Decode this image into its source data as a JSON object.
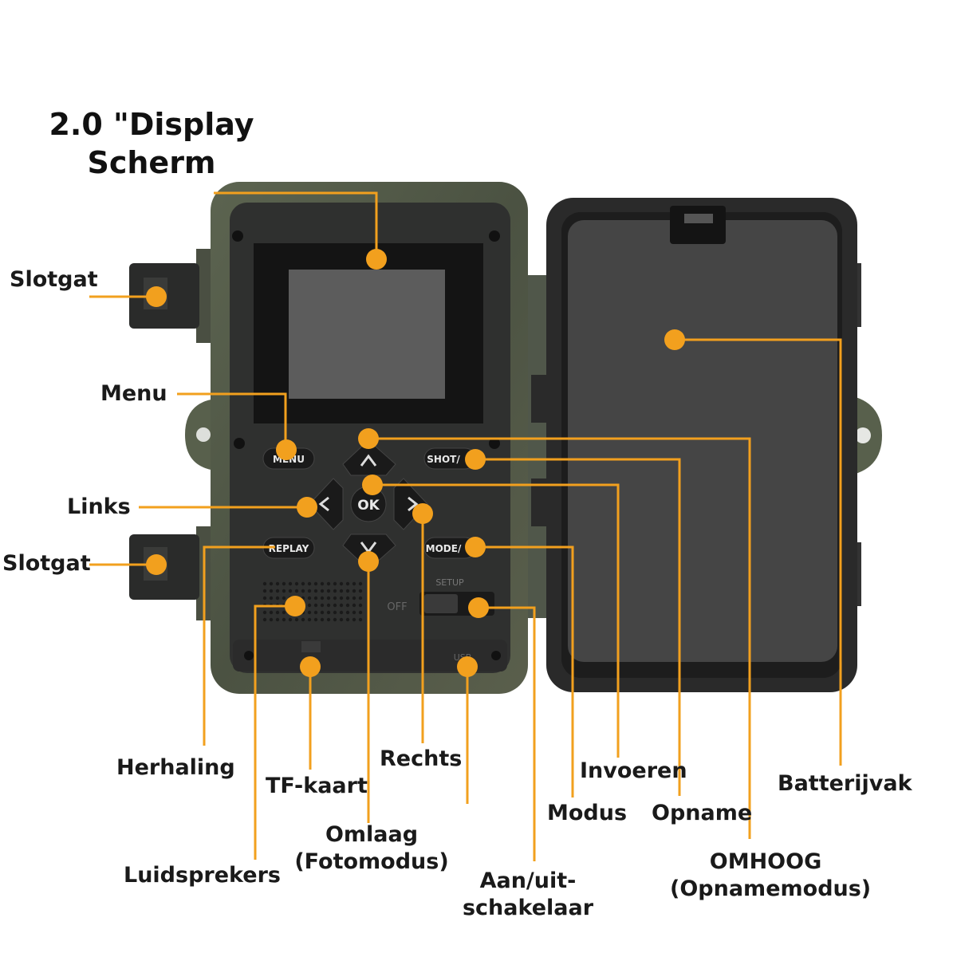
{
  "title": "2.0 \"Display\nScherm",
  "title_line1": "2.0 \"Display",
  "title_line2": "Scherm",
  "accent_color": "#f2a01e",
  "labels": {
    "slotgat_top": "Slotgat",
    "menu": "Menu",
    "links": "Links",
    "slotgat_bottom": "Slotgat",
    "herhaling": "Herhaling",
    "tf_kaart": "TF-kaart",
    "luidsprekers": "Luidsprekers",
    "omlaag_1": "Omlaag",
    "omlaag_2": "(Fotomodus)",
    "rechts": "Rechts",
    "aan_uit_1": "Aan/uit-",
    "aan_uit_2": "schakelaar",
    "modus": "Modus",
    "invoeren": "Invoeren",
    "opname": "Opname",
    "omhoog_1": "OMHOOG",
    "omhoog_2": "(Opnamemodus)",
    "batterijvak": "Batterijvak"
  },
  "device_buttons": {
    "menu": "MENU",
    "shot": "SHOT/",
    "replay": "REPLAY",
    "mode": "MODE/",
    "ok": "OK",
    "setup": "SETUP",
    "off": "OFF",
    "usb": "USB"
  }
}
